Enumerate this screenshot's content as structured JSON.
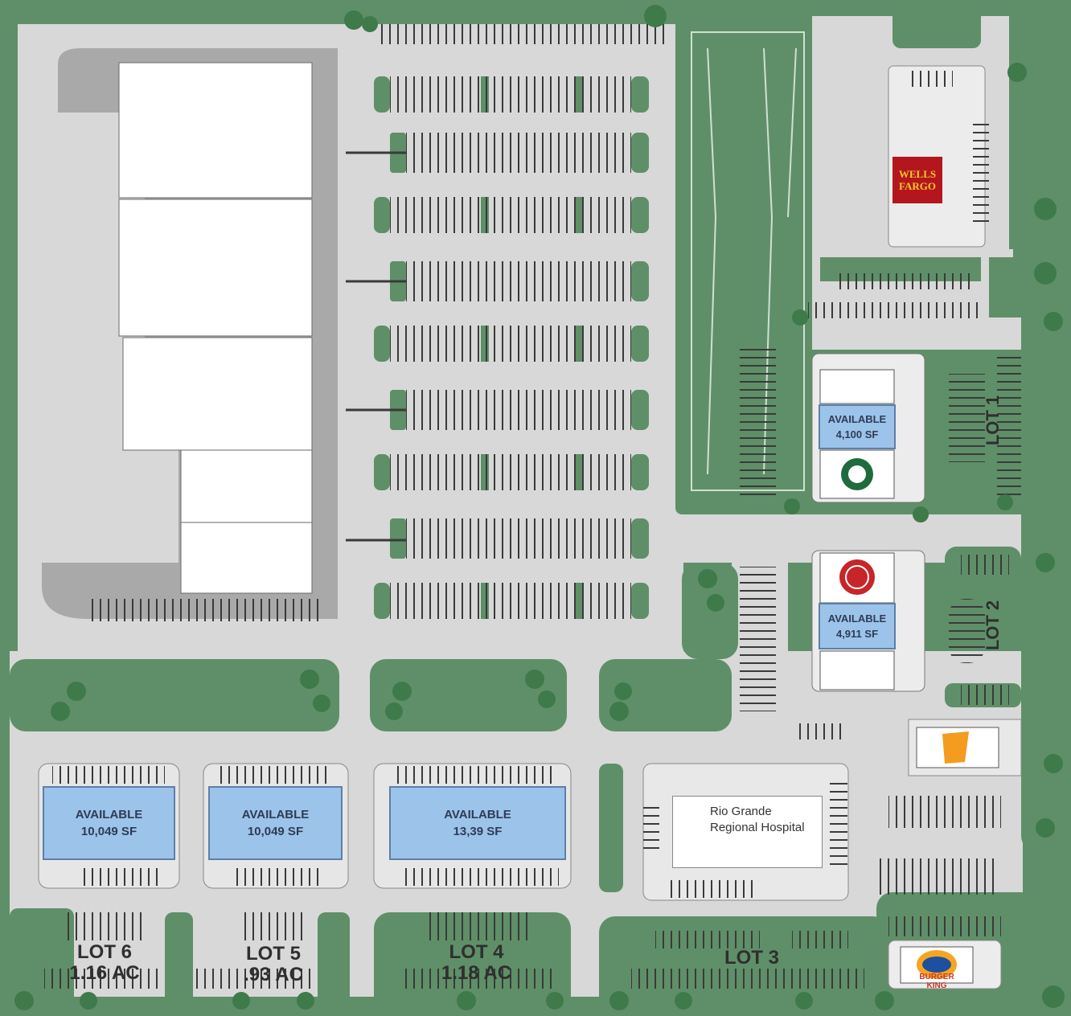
{
  "map": {
    "colors": {
      "ground": "#d8d8d8",
      "landscape": "#5f8f68",
      "tree": "#3e7a4a",
      "building": "#ffffff",
      "available": "#9cc3ea",
      "stall_line": "#3a3a3a",
      "bank": "#b3171d",
      "restaurant_orange": "#f39c1f"
    },
    "anchors": {
      "starbucks_icon": "starbucks-logo",
      "restaurant_icon": "fork-knife-logo",
      "hospital_icon": "sunburst-logo",
      "burger_king_icon": "burger-king-logo",
      "orange_restaurant_icon": "orange-sign-logo"
    },
    "spaces": [
      {
        "line1": "AVAILABLE",
        "line2": "4,100 SF"
      },
      {
        "line1": "AVAILABLE",
        "line2": "4,911 SF"
      },
      {
        "line1": "AVAILABLE",
        "line2": "10,049 SF"
      },
      {
        "line1": "AVAILABLE",
        "line2": "10,049 SF"
      },
      {
        "line1": "AVAILABLE",
        "line2": "13,39 SF"
      }
    ],
    "lots": [
      {
        "name": "LOT 1"
      },
      {
        "name": "LOT 2"
      },
      {
        "name": "LOT 3"
      },
      {
        "name": "LOT 4",
        "size": "1.18 AC"
      },
      {
        "name": "LOT 5",
        "size": ".93 AC"
      },
      {
        "name": "LOT 6",
        "size": "1.16 AC"
      }
    ],
    "tenants": {
      "bank": {
        "line1": "WELLS",
        "line2": "FARGO"
      },
      "hospital": {
        "line1": "Rio Grande",
        "line2": "Regional Hospital"
      },
      "burger": "BURGER KING"
    }
  }
}
